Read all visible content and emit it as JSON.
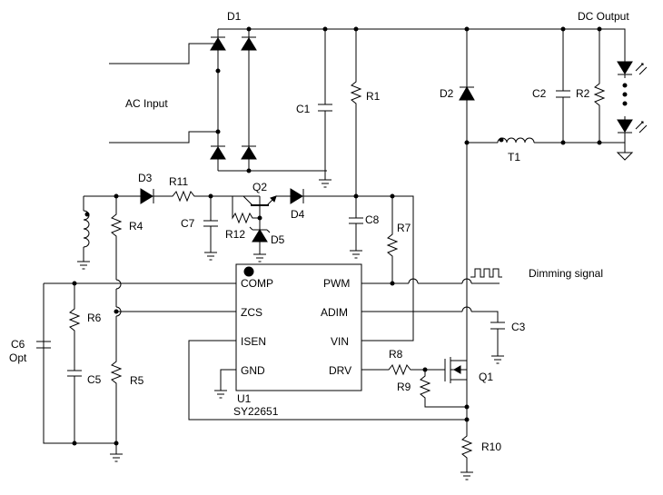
{
  "labels": {
    "d1": "D1",
    "dc_output": "DC Output",
    "ac_input": "AC Input",
    "c1": "C1",
    "r1": "R1",
    "d2": "D2",
    "c2": "C2",
    "r2": "R2",
    "t1": "T1",
    "d3": "D3",
    "r11": "R11",
    "q2": "Q2",
    "d4": "D4",
    "c7": "C7",
    "r12": "R12",
    "d5": "D5",
    "c8": "C8",
    "r7": "R7",
    "r4": "R4",
    "dimming_signal": "Dimming signal",
    "c3": "C3",
    "r6": "R6",
    "c6": "C6",
    "opt": "Opt",
    "c5": "C5",
    "r5": "R5",
    "r8": "R8",
    "r9": "R9",
    "q1": "Q1",
    "r10": "R10",
    "u1": "U1",
    "chip": "SY22651"
  },
  "pins": {
    "comp": "COMP",
    "zcs": "ZCS",
    "isen": "ISEN",
    "gnd": "GND",
    "pwm": "PWM",
    "adim": "ADIM",
    "vin": "VIN",
    "drv": "DRV"
  },
  "led_dots": "•\n•\n•"
}
